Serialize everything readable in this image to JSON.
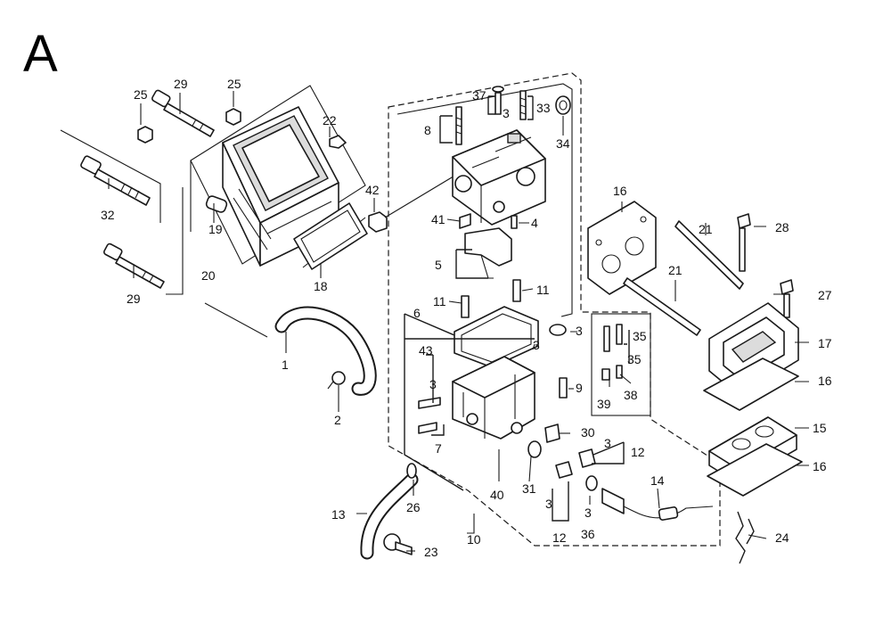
{
  "section_letter": "A",
  "callouts": {
    "c29a": "29",
    "c25a": "25",
    "c25b": "25",
    "c22": "22",
    "c32": "32",
    "c19": "19",
    "c20": "20",
    "c29b": "29",
    "c18": "18",
    "c42": "42",
    "c1": "1",
    "c2": "2",
    "c37": "37",
    "c3a": "3",
    "c33": "33",
    "c8": "8",
    "c34": "34",
    "c41": "41",
    "c4": "4",
    "c5": "5",
    "c11a": "11",
    "c11b": "11",
    "c6": "6",
    "c3b": "3",
    "c3c": "3",
    "c43": "43",
    "c3d": "3",
    "c9": "9",
    "c7": "7",
    "c30": "30",
    "c3e": "3",
    "c12a": "12",
    "c40": "40",
    "c31": "31",
    "c3f": "3",
    "c12b": "12",
    "c3g": "3",
    "c36": "36",
    "c14": "14",
    "c26": "26",
    "c13": "13",
    "c10": "10",
    "c23": "23",
    "c16a": "16",
    "c21a": "21",
    "c28": "28",
    "c21b": "21",
    "c27": "27",
    "c35a": "35",
    "c35b": "35",
    "c39": "39",
    "c38": "38",
    "c17": "17",
    "c16b": "16",
    "c15": "15",
    "c16c": "16",
    "c24": "24"
  }
}
